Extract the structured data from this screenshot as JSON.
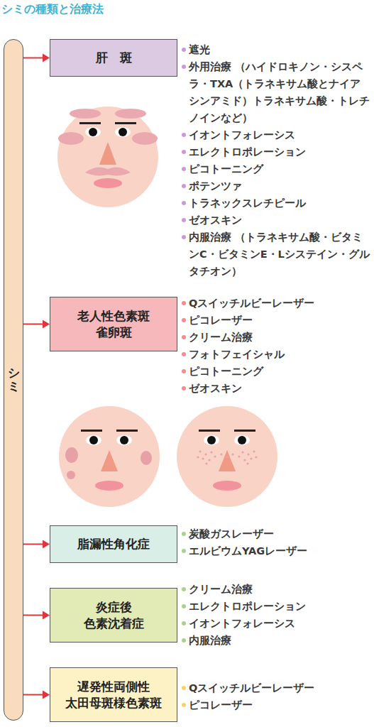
{
  "diagram": {
    "title": "シミの種類と治療法",
    "nodes": [
      {
        "text": [
          "シミ"
        ]
      },
      {
        "text": [
          "肝　斑"
        ]
      },
      {
        "text": [
          "老人性色素斑 雀卵斑"
        ]
      },
      {
        "text": [
          "脂漏性角化症"
        ]
      },
      {
        "text": [
          "炎症後 色素沈着症"
        ]
      },
      {
        "text": [
          "遅発性両側性 太田母斑様色素斑"
        ]
      }
    ],
    "edges": [
      {
        "from": 0,
        "to": 1,
        "arrow": "to"
      },
      {
        "from": 0,
        "to": 2,
        "arrow": "to"
      },
      {
        "from": 0,
        "to": 3,
        "arrow": "to"
      },
      {
        "from": 0,
        "to": 4,
        "arrow": "to"
      },
      {
        "from": 0,
        "to": 5,
        "arrow": "to"
      }
    ],
    "labels": [
      "遮光",
      "外用治療 （ハイドロキノン・シスペラ・TXA（トラネキサム酸とナイアシンアミド）トラネキサム酸・トレチノインなど）",
      "イオントフォレーシス",
      "エレクトロポレーション",
      "ピコトーニング",
      "ポテンツァ",
      "トラネックスレチピール",
      "ゼオスキン",
      "内服治療 （トラネキサム酸・ビタミンC・ビタミンE・Lシステイン・グルタチオン）",
      "Qスイッチルビーレーザー",
      "ピコレーザー",
      "クリーム治療",
      "フォトフェイシャル",
      "ピコトーニング",
      "ゼオスキン",
      "炭酸ガスレーザー",
      "エルビウムYAGレーザー",
      "クリーム治療",
      "エレクトロポレーション",
      "イオントフォレーシス",
      "内服治療",
      "Qスイッチルビーレーザー",
      "ピコレーザー"
    ]
  }
}
